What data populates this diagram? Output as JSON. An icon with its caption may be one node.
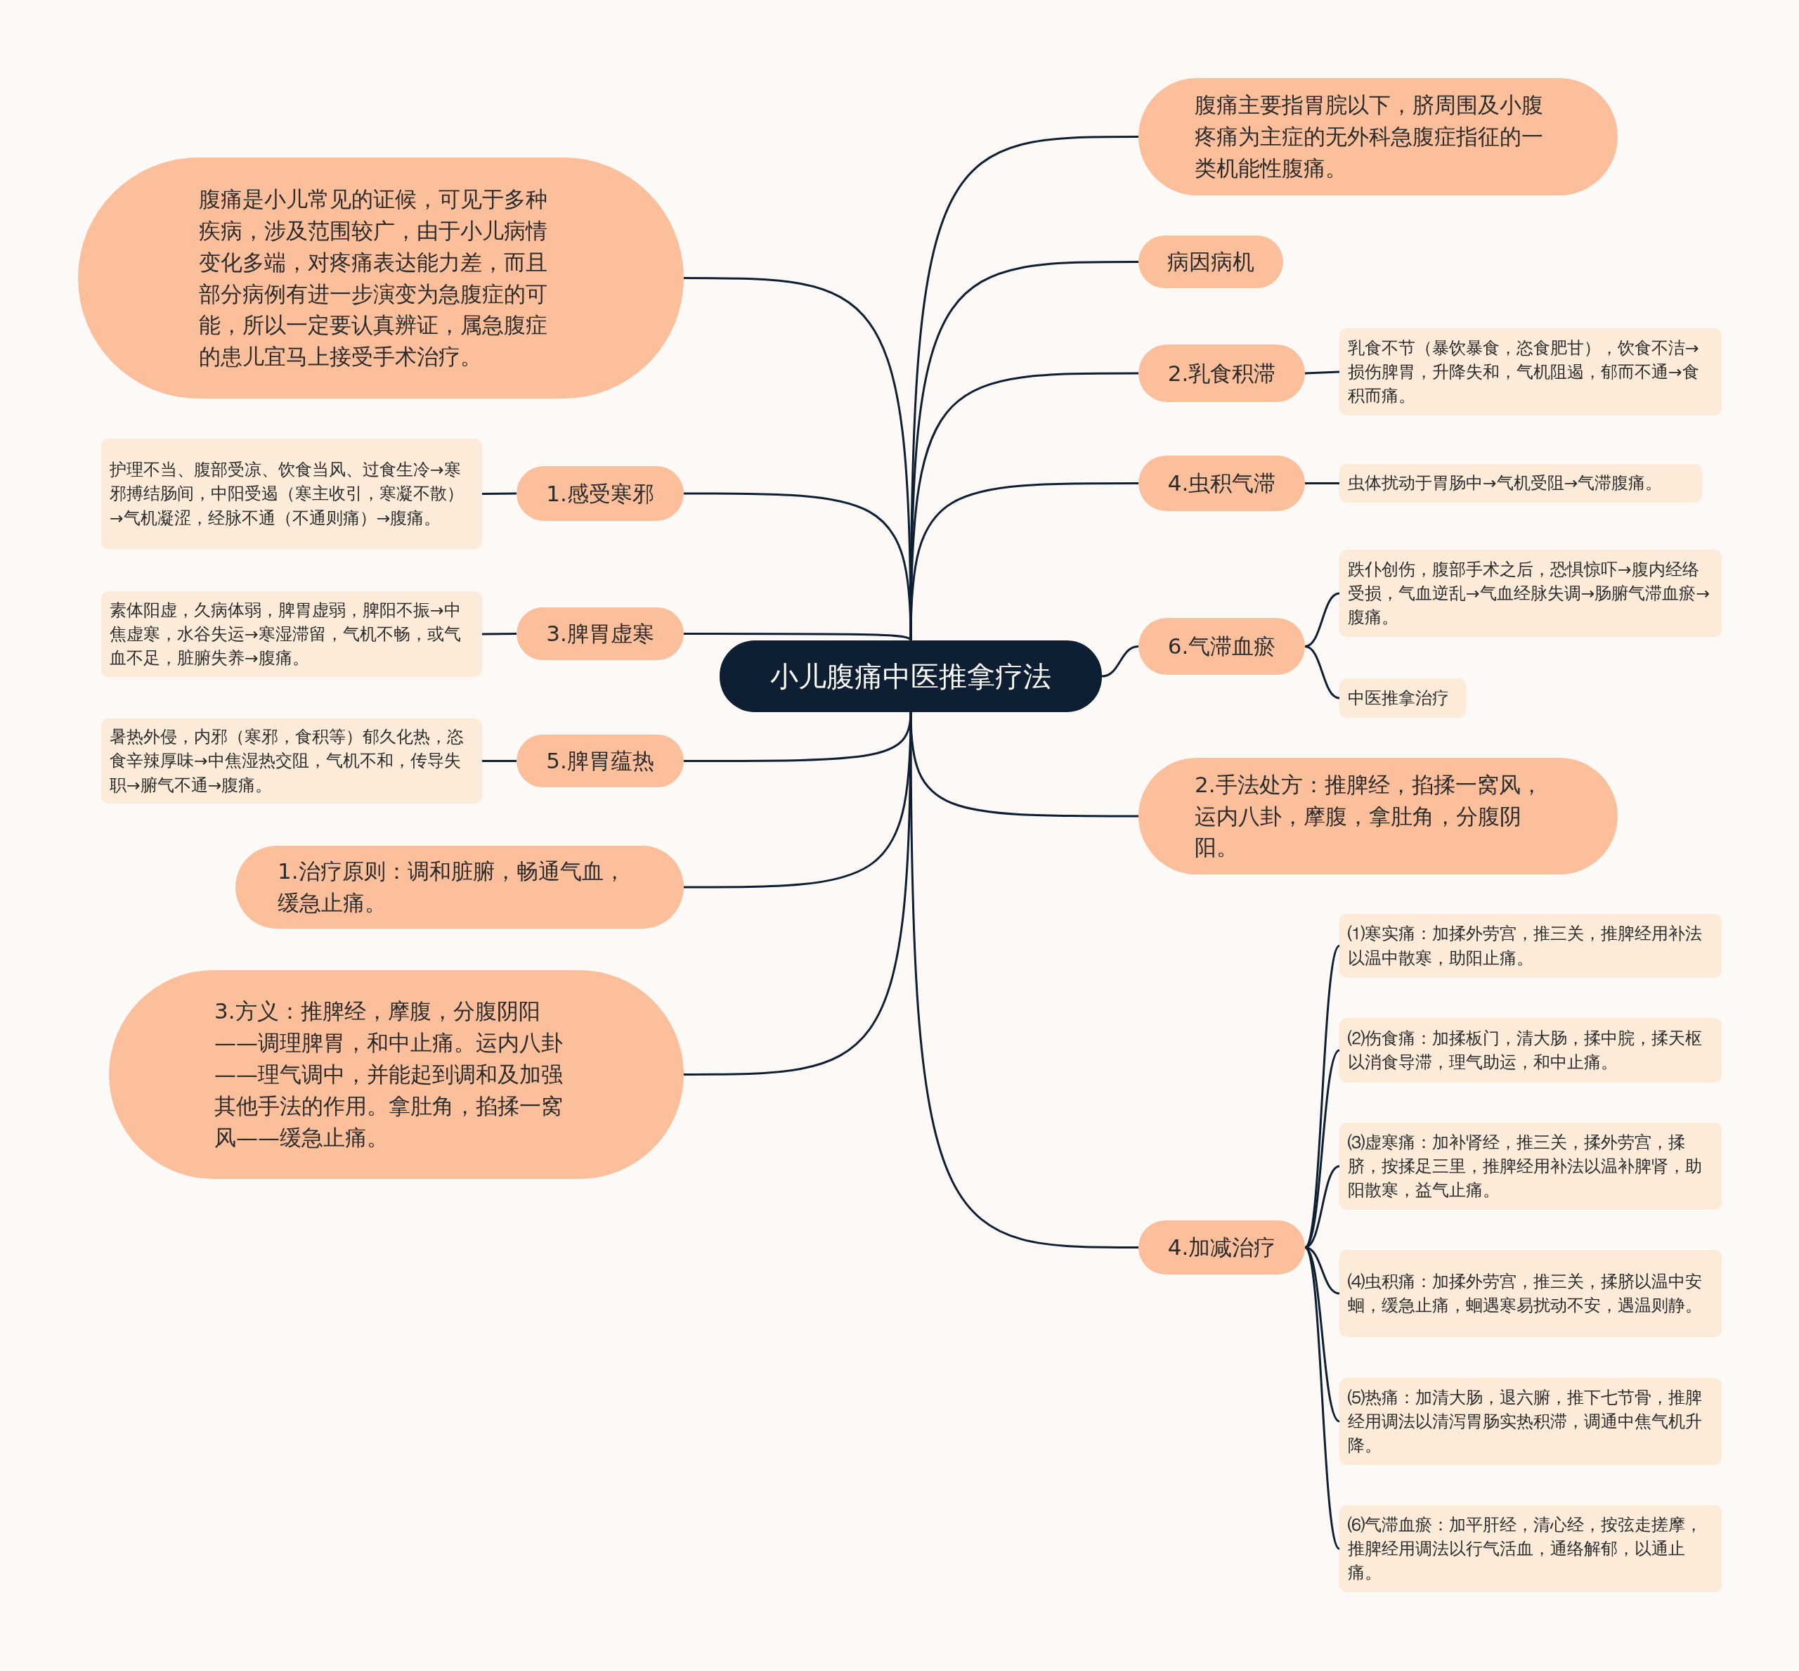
{
  "diagram": {
    "nodes": [
      {
        "text": [
          "小儿腹痛中医推拿疗法"
        ]
      },
      {
        "text": [
          "腹痛主要指胃脘以下，脐周围及小腹疼痛为主症的无外科急腹症指征的一类机能性腹痛。"
        ]
      },
      {
        "text": [
          "病因病机"
        ]
      },
      {
        "text": [
          "2.乳食积滞"
        ]
      },
      {
        "text": [
          "乳食不节（暴饮暴食，恣食肥甘），饮食不洁→损伤脾胃，升降失和，气机阻遏，郁而不通→食积而痛。"
        ]
      },
      {
        "text": [
          "4.虫积气滞"
        ]
      },
      {
        "text": [
          "虫体扰动于胃肠中→气机受阻→气滞腹痛。"
        ]
      },
      {
        "text": [
          "6.气滞血瘀"
        ]
      },
      {
        "text": [
          "跌仆创伤，腹部手术之后，恐惧惊吓→腹内经络受损，气血逆乱→气血经脉失调→肠腑气滞血瘀→腹痛。"
        ]
      },
      {
        "text": [
          "中医推拿治疗"
        ]
      },
      {
        "text": [
          "2.手法处方：推脾经，掐揉一窝风，运内八卦，摩腹，拿肚角，分腹阴阳。"
        ]
      },
      {
        "text": [
          "4.加减治疗"
        ]
      },
      {
        "text": [
          "⑴寒实痛：加揉外劳宫，推三关，推脾经用补法以温中散寒，助阳止痛。"
        ]
      },
      {
        "text": [
          "⑵伤食痛：加揉板门，清大肠，揉中脘，揉天枢以消食导滞，理气助运，和中止痛。"
        ]
      },
      {
        "text": [
          "⑶虚寒痛：加补肾经，推三关，揉外劳宫，揉脐，按揉足三里，推脾经用补法以温补脾肾，助阳散寒，益气止痛。"
        ]
      },
      {
        "text": [
          "⑷虫积痛：加揉外劳宫，推三关，揉脐以温中安蛔，缓急止痛，蛔遇寒易扰动不安，遇温则静。"
        ]
      },
      {
        "text": [
          "⑸热痛：加清大肠，退六腑，推下七节骨，推脾经用调法以清泻胃肠实热积滞，调通中焦气机升降。"
        ]
      },
      {
        "text": [
          "⑹气滞血瘀：加平肝经，清心经，按弦走搓摩，推脾经用调法以行气活血，通络解郁，以通止痛。"
        ]
      },
      {
        "text": [
          "腹痛是小儿常见的证候，可见于多种疾病，涉及范围较广，由于小儿病情变化多端，对疼痛表达能力差，而且部分病例有进一步演变为急腹症的可能，所以一定要认真辨证，属急腹症的患儿宜马上接受手术治疗。"
        ]
      },
      {
        "text": [
          "1.感受寒邪"
        ]
      },
      {
        "text": [
          "护理不当、腹部受凉、饮食当风、过食生冷→寒邪搏结肠间，中阳受遏（寒主收引，寒凝不散）→气机凝涩，经脉不通（不通则痛）→腹痛。"
        ]
      },
      {
        "text": [
          "3.脾胃虚寒"
        ]
      },
      {
        "text": [
          "素体阳虚，久病体弱，脾胃虚弱，脾阳不振→中焦虚寒，水谷失运→寒湿滞留，气机不畅，或气血不足，脏腑失养→腹痛。"
        ]
      },
      {
        "text": [
          "5.脾胃蕴热"
        ]
      },
      {
        "text": [
          "暑热外侵，内邪（寒邪，食积等）郁久化热，恣食辛辣厚味→中焦湿热交阻，气机不和，传导失职→腑气不通→腹痛。"
        ]
      },
      {
        "text": [
          "1.治疗原则：调和脏腑，畅通气血，缓急止痛。"
        ]
      },
      {
        "text": [
          "3.方义：推脾经，摩腹，分腹阴阳——调理脾胃，和中止痛。运内八卦——理气调中，并能起到调和及加强其他手法的作用。拿肚角，掐揉一窝风——缓急止痛。"
        ]
      }
    ],
    "edges": [
      {
        "from": 0,
        "to": 1,
        "arrow": "none"
      },
      {
        "from": 0,
        "to": 2,
        "arrow": "none"
      },
      {
        "from": 0,
        "to": 3,
        "arrow": "none"
      },
      {
        "from": 3,
        "to": 4,
        "arrow": "none"
      },
      {
        "from": 0,
        "to": 5,
        "arrow": "none"
      },
      {
        "from": 5,
        "to": 6,
        "arrow": "none"
      },
      {
        "from": 0,
        "to": 7,
        "arrow": "none"
      },
      {
        "from": 7,
        "to": 8,
        "arrow": "none"
      },
      {
        "from": 7,
        "to": 9,
        "arrow": "none"
      },
      {
        "from": 0,
        "to": 10,
        "arrow": "none"
      },
      {
        "from": 0,
        "to": 11,
        "arrow": "none"
      },
      {
        "from": 11,
        "to": 12,
        "arrow": "none"
      },
      {
        "from": 11,
        "to": 13,
        "arrow": "none"
      },
      {
        "from": 11,
        "to": 14,
        "arrow": "none"
      },
      {
        "from": 11,
        "to": 15,
        "arrow": "none"
      },
      {
        "from": 11,
        "to": 16,
        "arrow": "none"
      },
      {
        "from": 11,
        "to": 17,
        "arrow": "none"
      },
      {
        "from": 0,
        "to": 18,
        "arrow": "none"
      },
      {
        "from": 0,
        "to": 19,
        "arrow": "none"
      },
      {
        "from": 19,
        "to": 20,
        "arrow": "none"
      },
      {
        "from": 0,
        "to": 21,
        "arrow": "none"
      },
      {
        "from": 21,
        "to": 22,
        "arrow": "none"
      },
      {
        "from": 0,
        "to": 23,
        "arrow": "none"
      },
      {
        "from": 23,
        "to": 24,
        "arrow": "none"
      },
      {
        "from": 0,
        "to": 25,
        "arrow": "none"
      },
      {
        "from": 0,
        "to": 26,
        "arrow": "none"
      }
    ]
  }
}
